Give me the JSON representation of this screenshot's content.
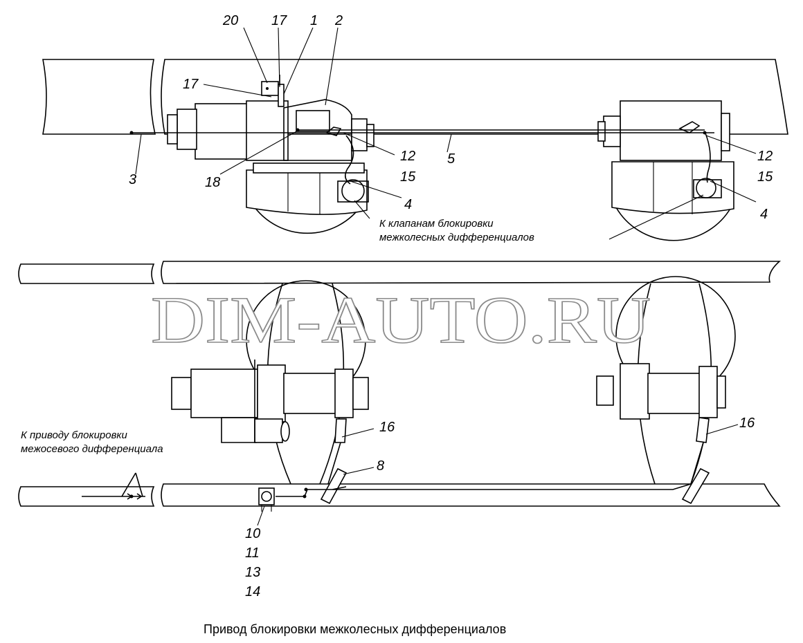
{
  "watermark": "DIM-AUTO.RU",
  "caption": "Привод блокировки межколесных дифференциалов",
  "notes": {
    "valves_line1": "К клапанам блокировки",
    "valves_line2": "межколесных дифференциалов",
    "center_line1": "К приводу блокировки",
    "center_line2": "межосевого дифференциала"
  },
  "callouts": {
    "n20": "20",
    "n17a": "17",
    "n1": "1",
    "n2": "2",
    "n17b": "17",
    "n3": "3",
    "n18": "18",
    "n12a": "12",
    "n15a": "15",
    "n5": "5",
    "n4a": "4",
    "n12b": "12",
    "n15b": "15",
    "n4b": "4",
    "n16a": "16",
    "n8": "8",
    "n16b": "16",
    "n10": "10",
    "n11": "11",
    "n13": "13",
    "n14": "14"
  }
}
